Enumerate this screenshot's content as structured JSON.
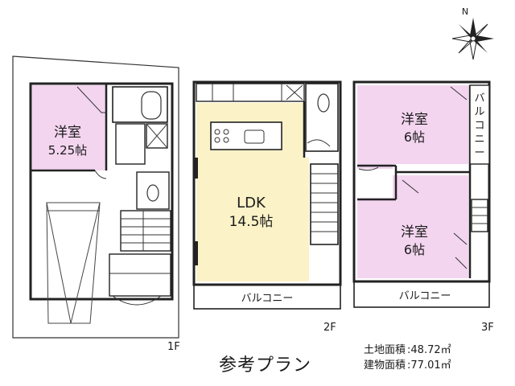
{
  "floors": {
    "f1": {
      "label": "1F",
      "room": {
        "name": "洋室",
        "size": "5.25帖"
      }
    },
    "f2": {
      "label": "2F",
      "ldk": {
        "name": "LDK",
        "size": "14.5帖"
      },
      "balcony": "バルコニー"
    },
    "f3": {
      "label": "3F",
      "room_upper": {
        "name": "洋室",
        "size": "6帖"
      },
      "room_lower": {
        "name": "洋室",
        "size": "6帖"
      },
      "balcony_bottom": "バルコニー",
      "balcony_side": [
        "バ",
        "ル",
        "コ",
        "ニ",
        "ー"
      ]
    }
  },
  "caption": "参考プラン",
  "areas": {
    "land_label": "土地面積",
    "land_value": ":48.72㎡",
    "building_label": "建物面積",
    "building_value": ":77.01㎡"
  },
  "compass": {
    "north": "N"
  },
  "colors": {
    "bedroom": "#f3d5ef",
    "ldk": "#fbf2c8",
    "wall": "#222222"
  }
}
